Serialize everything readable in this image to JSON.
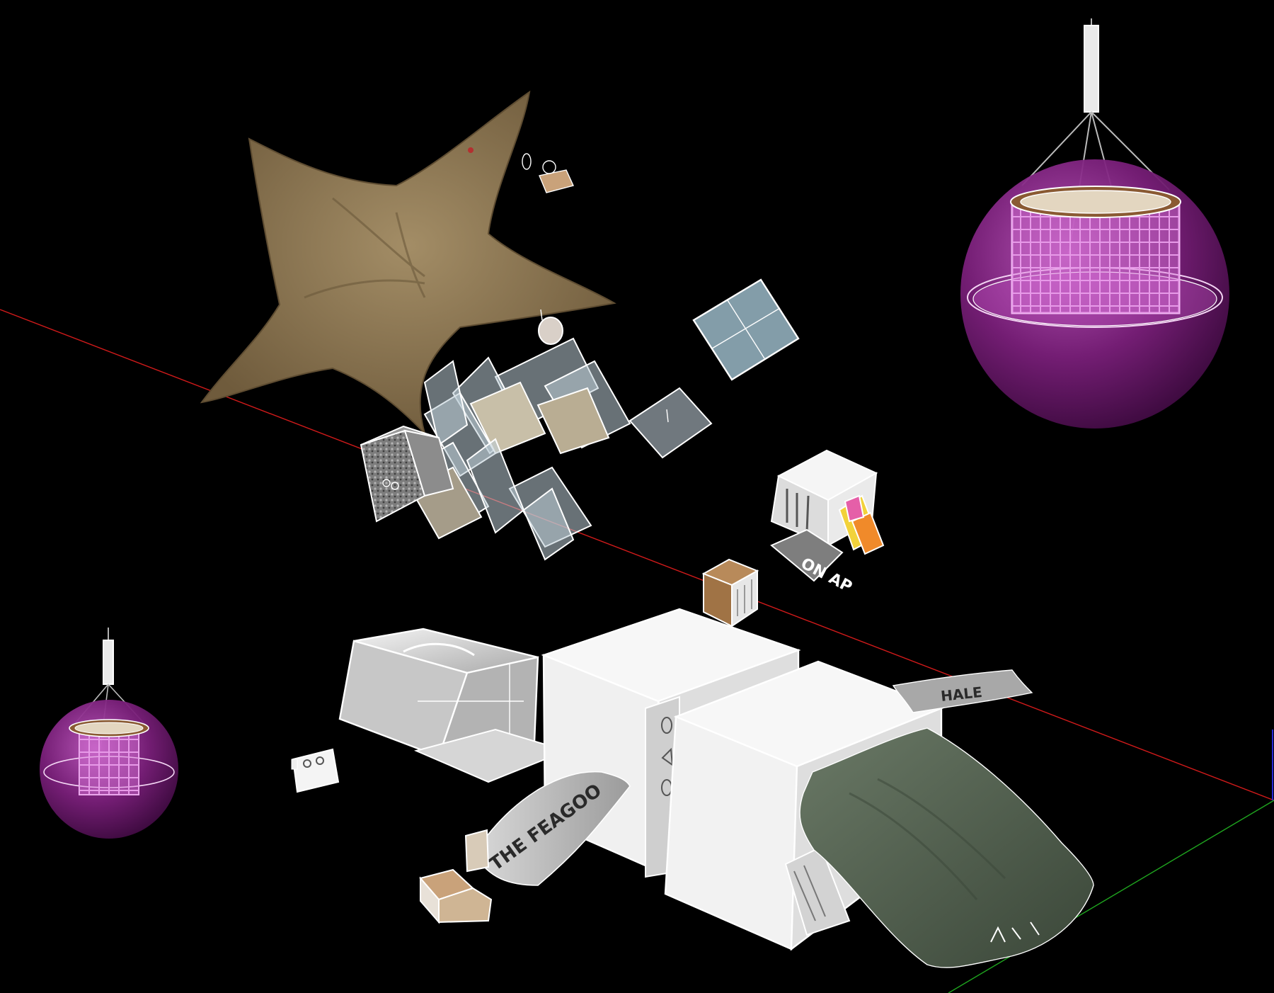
{
  "viewport": {
    "background": "#000000",
    "axis_red": "#d11a1a",
    "axis_green": "#1fa51f",
    "axis_blue": "#2a2ad4"
  },
  "colors": {
    "starfish": "#8b7652",
    "sphere": "#7a1f7a",
    "cage": "#c66dc9",
    "rim": "#8a5a33",
    "panel": "#f2f2f2",
    "blanket": "#4f5e4c",
    "wood": "#b88a5a"
  },
  "textures": {
    "banner_left": "THE FEAGOO",
    "banner_right": "HALE",
    "box_label": "ON AP"
  },
  "objects": [
    {
      "name": "starfish-model",
      "icon": "starfish-icon"
    },
    {
      "name": "buoy-large",
      "icon": "buoy-icon"
    },
    {
      "name": "buoy-small",
      "icon": "buoy-icon"
    },
    {
      "name": "glass-panel-cluster",
      "icon": "panel-icon"
    },
    {
      "name": "white-cabinet-left",
      "icon": "cabinet-icon"
    },
    {
      "name": "white-cabinet-right",
      "icon": "cabinet-icon"
    },
    {
      "name": "green-blanket",
      "icon": "cloth-icon"
    },
    {
      "name": "printed-banner",
      "icon": "cloth-icon"
    }
  ]
}
